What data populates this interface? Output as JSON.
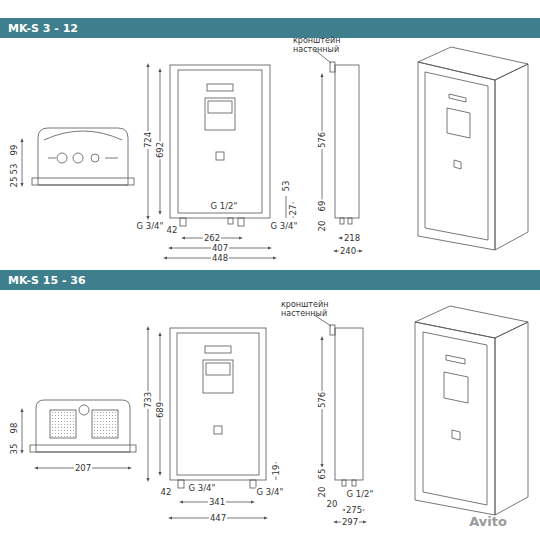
{
  "diagram": {
    "nodes": [
      {
        "text": [
          "MK-S 3 - 12"
        ]
      },
      {
        "text": [
          "MK-S 15 - 36"
        ]
      }
    ],
    "labels": [
      "99",
      "53",
      "25",
      "724",
      "692",
      "G 1/2\"",
      "53",
      "27",
      "G 3/4\"",
      "42",
      "262",
      "G 3/4\"",
      "407",
      "448",
      "кронштейн настенный",
      "576",
      "69",
      "20",
      "218",
      "240",
      "98",
      "35",
      "207",
      "733",
      "689",
      "19",
      "42",
      "G 3/4\"",
      "341",
      "G 3/4\"",
      "447",
      "кронштейн настенный",
      "576",
      "65",
      "20",
      "G 1/2\"",
      "20",
      "275",
      "297",
      "Avito"
    ]
  }
}
